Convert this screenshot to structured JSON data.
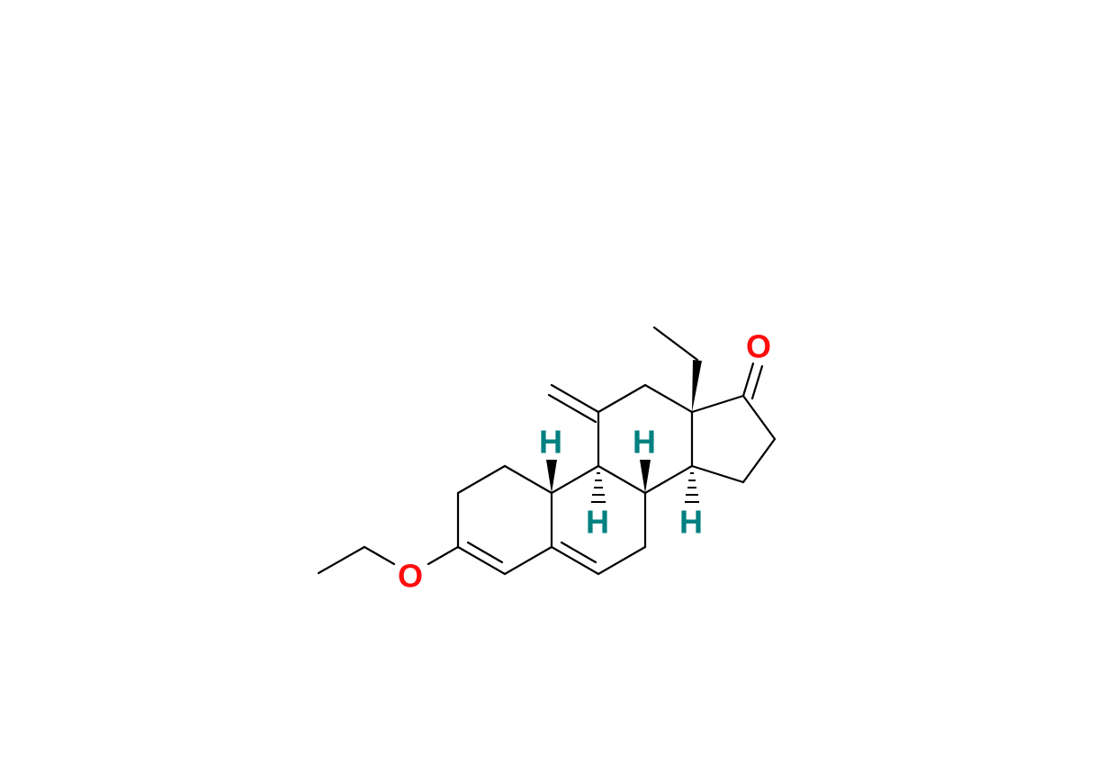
{
  "molecule": {
    "atoms": {
      "ether_oxygen": "O",
      "ketone_oxygen": "O",
      "h_c10": "H",
      "h_c8": "H",
      "h_c9": "H",
      "h_c14": "H"
    }
  },
  "colors": {
    "bond": "#000000",
    "oxygen": "#ff0d0d",
    "hydrogen": "#008080"
  }
}
